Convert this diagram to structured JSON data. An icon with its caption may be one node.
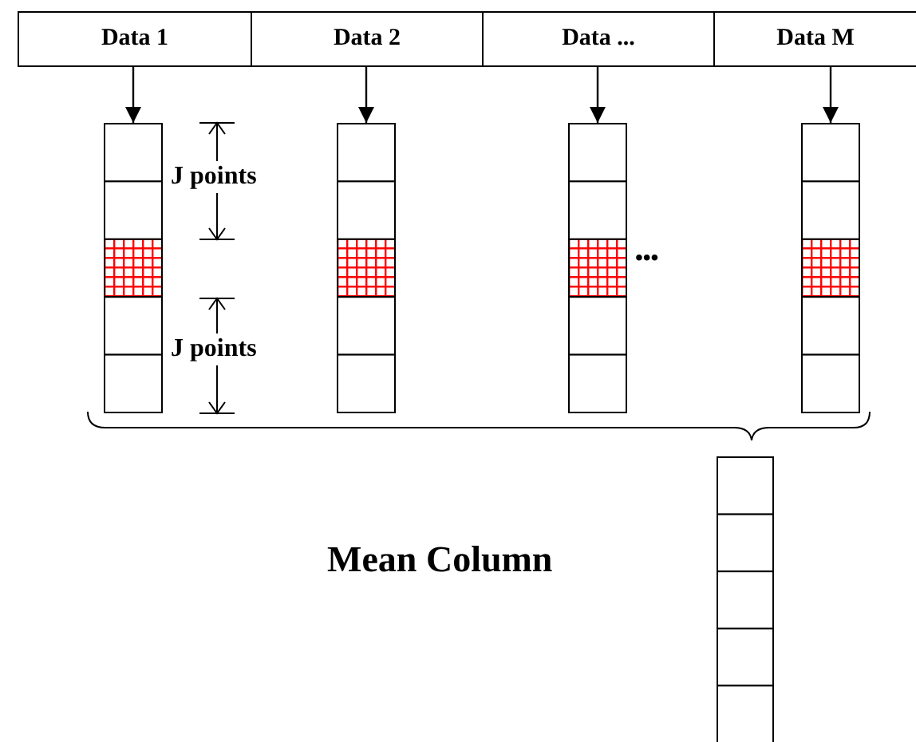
{
  "diagram": {
    "nodes": [
      {
        "text": [
          "Data 1"
        ]
      },
      {
        "text": [
          "Data 2"
        ]
      },
      {
        "text": [
          "Data ..."
        ]
      },
      {
        "text": [
          "Data M"
        ]
      },
      {
        "text": [],
        "shape": "column"
      },
      {
        "text": [],
        "shape": "column"
      },
      {
        "text": [],
        "shape": "column"
      },
      {
        "text": [],
        "shape": "column"
      },
      {
        "text": [],
        "shape": "column"
      }
    ],
    "edges": [
      {
        "from": 0,
        "to": 4,
        "arrow": "to"
      },
      {
        "from": 1,
        "to": 5,
        "arrow": "to"
      },
      {
        "from": 2,
        "to": 6,
        "arrow": "to"
      },
      {
        "from": 3,
        "to": 7,
        "arrow": "to"
      }
    ],
    "labels": [
      "J points",
      "J points",
      "•••",
      "Mean Column"
    ]
  }
}
